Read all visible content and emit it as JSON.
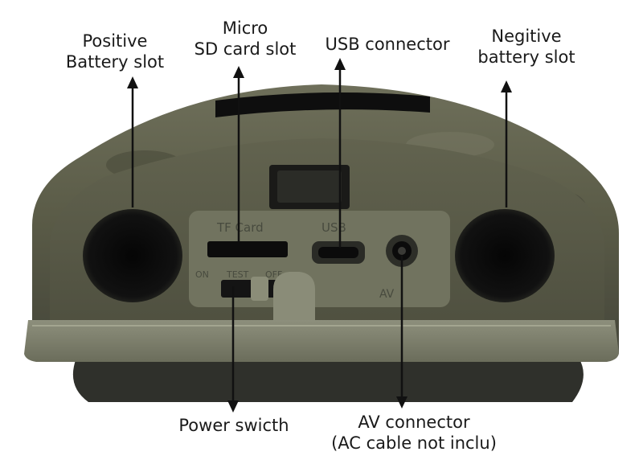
{
  "labels": {
    "positive_battery": [
      "Positive",
      "Battery slot"
    ],
    "micro_sd": [
      "Micro",
      "SD card slot"
    ],
    "usb": [
      "USB connector"
    ],
    "negative_battery": [
      "Negitive",
      "battery slot"
    ],
    "power_switch": [
      "Power swicth"
    ],
    "av_connector": [
      "AV connector",
      "(AC cable not inclu)"
    ]
  },
  "device_imprints": {
    "tf_card": "TF Card",
    "usb": "USB",
    "switch_on": "ON",
    "switch_test": "TEST",
    "switch_off": "OFF",
    "av": "AV"
  },
  "colors": {
    "housing_camo": "#5c5d48",
    "housing_dark": "#3c3d30",
    "tray": "#7f816e",
    "slot_black": "#0c0c0c",
    "arrow": "#111111",
    "label_text": "#1a1a1a"
  }
}
